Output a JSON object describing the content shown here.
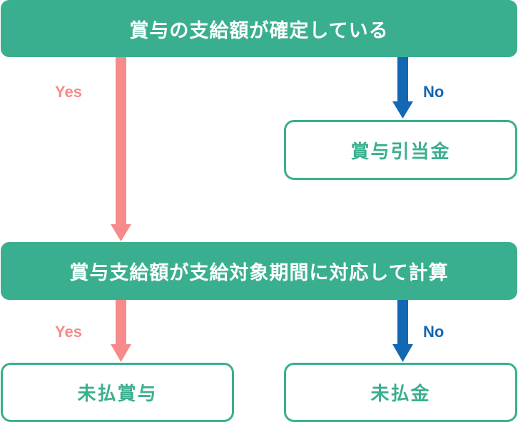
{
  "colors": {
    "box_fill": "#3aaf8f",
    "box_text": "#ffffff",
    "outline": "#3aaf8f",
    "yes_arrow": "#f78a8a",
    "no_arrow": "#1268b3"
  },
  "nodes": {
    "q1": {
      "text": "賞与の支給額が確定している"
    },
    "bonus_reserve": {
      "text": "賞与引当金"
    },
    "q2": {
      "text": "賞与支給額が支給対象期間に対応して計算"
    },
    "unpaid_bonus": {
      "text": "未払賞与"
    },
    "unpaid_expense": {
      "text": "未払金"
    }
  },
  "edges": {
    "q1_yes": {
      "label": "Yes"
    },
    "q1_no": {
      "label": "No"
    },
    "q2_yes": {
      "label": "Yes"
    },
    "q2_no": {
      "label": "No"
    }
  }
}
